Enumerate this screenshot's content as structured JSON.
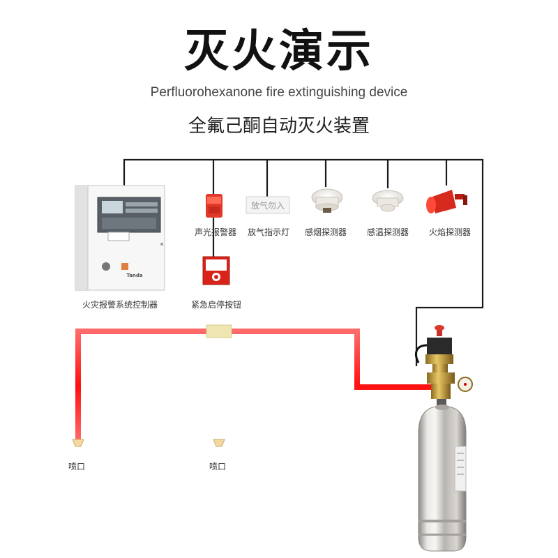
{
  "header": {
    "title": "灭火演示",
    "subtitle_en": "Perfluorohexanone fire extinguishing device",
    "subtitle_cn": "全氟己酮自动灭火装置"
  },
  "devices": {
    "controller": "火灾报警系统控制器",
    "sound_light_alarm": "声光报警器",
    "discharge_light": "放气指示灯",
    "smoke_detector": "感烟探测器",
    "heat_detector": "感温探测器",
    "flame_detector": "火焰探测器",
    "emergency_button": "紧急启停按钮"
  },
  "sign": {
    "text": "放气勿入"
  },
  "controller_brand": "Tanda",
  "nozzles": [
    "喷口",
    "喷口"
  ],
  "colors": {
    "pipe": "#ff1a1a",
    "wire": "#1a1a1a",
    "alarm_red": "#e53020",
    "cylinder_steel": "#c9c6c2"
  }
}
